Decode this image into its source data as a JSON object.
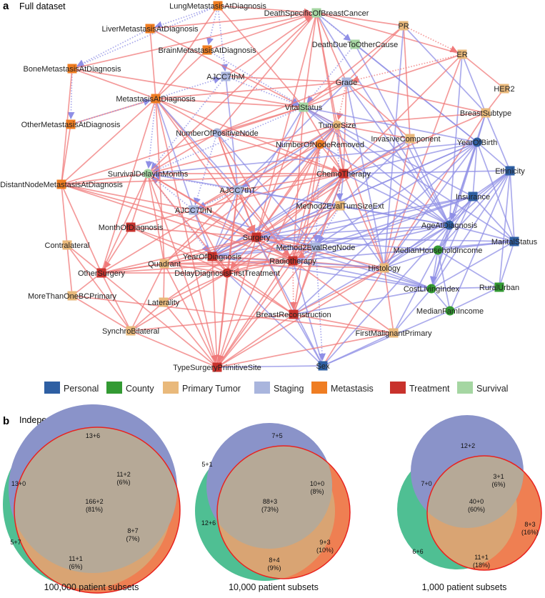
{
  "panel_a": {
    "letter": "a",
    "title": "Full dataset",
    "colors": {
      "edge_red": "#f07a7a",
      "edge_blue": "#8f8fe6",
      "Personal": "#2e5fa3",
      "County": "#339a33",
      "Primary Tumor": "#e9b97b",
      "Staging": "#a9b5dd",
      "Metastasis": "#ef7d22",
      "Treatment": "#c8322c",
      "Survival": "#a5d6a2"
    },
    "legend": [
      {
        "label": "Personal",
        "color": "#2e5fa3"
      },
      {
        "label": "County",
        "color": "#339a33"
      },
      {
        "label": "Primary Tumor",
        "color": "#e9b97b"
      },
      {
        "label": "Staging",
        "color": "#a9b5dd"
      },
      {
        "label": "Metastasis",
        "color": "#ef7d22"
      },
      {
        "label": "Treatment",
        "color": "#c8322c"
      },
      {
        "label": "Survival",
        "color": "#a5d6a2"
      }
    ],
    "nodes": [
      {
        "id": "LungMetastasisAtDiagnosis",
        "label": "LungMetastasisAtDiagnosis",
        "category": "Metastasis",
        "shape": "square"
      },
      {
        "id": "DeathSpecificOfBreastCancer",
        "label": "DeathSpecificOfBreastCancer",
        "category": "Survival",
        "shape": "square"
      },
      {
        "id": "PR",
        "label": "PR",
        "category": "Primary Tumor",
        "shape": "square"
      },
      {
        "id": "LiverMetastasisAtDiagnosis",
        "label": "LiverMetastasisAtDiagnosis",
        "category": "Metastasis",
        "shape": "square"
      },
      {
        "id": "DeathDueToOtherCause",
        "label": "DeathDueToOtherCause",
        "category": "Survival",
        "shape": "square"
      },
      {
        "id": "BrainMetastasisAtDiagnosis",
        "label": "BrainMetastasisAtDiagnosis",
        "category": "Metastasis",
        "shape": "square"
      },
      {
        "id": "ER",
        "label": "ER",
        "category": "Primary Tumor",
        "shape": "square"
      },
      {
        "id": "BoneMetastasisAtDiagnosis",
        "label": "BoneMetastasisAtDiagnosis",
        "category": "Metastasis",
        "shape": "square"
      },
      {
        "id": "AJCC7thM",
        "label": "AJCC7thM",
        "category": "Staging",
        "shape": "square"
      },
      {
        "id": "Grade",
        "label": "Grade",
        "category": "Staging",
        "shape": "square"
      },
      {
        "id": "HER2",
        "label": "HER2",
        "category": "Primary Tumor",
        "shape": "square"
      },
      {
        "id": "MetastasisAtDiagnosis",
        "label": "MetastasisAtDiagnosis",
        "category": "Metastasis",
        "shape": "square"
      },
      {
        "id": "VitalStatus",
        "label": "VitalStatus",
        "category": "Survival",
        "shape": "square"
      },
      {
        "id": "BreastSubtype",
        "label": "BreastSubtype",
        "category": "Primary Tumor",
        "shape": "square"
      },
      {
        "id": "OtherMetastasisAtDiagnosis",
        "label": "OtherMetastasisAtDiagnosis",
        "category": "Metastasis",
        "shape": "square"
      },
      {
        "id": "TumorSize",
        "label": "TumorSize",
        "category": "Primary Tumor",
        "shape": "circle"
      },
      {
        "id": "NumberOfPositiveNode",
        "label": "NumberOfPositiveNode",
        "category": "Staging",
        "shape": "circle"
      },
      {
        "id": "InvasiveComponent",
        "label": "InvasiveComponent",
        "category": "Primary Tumor",
        "shape": "square"
      },
      {
        "id": "YearOfBirth",
        "label": "YearOfBirth",
        "category": "Personal",
        "shape": "circle"
      },
      {
        "id": "NumberOfNodeRemoved",
        "label": "NumberOfNodeRemoved",
        "category": "Metastasis",
        "shape": "circle"
      },
      {
        "id": "SurvivalDelayInMonths",
        "label": "SurvivalDelayInMonths",
        "category": "Survival",
        "shape": "circle"
      },
      {
        "id": "Ethnicity",
        "label": "Ethnicity",
        "category": "Personal",
        "shape": "square"
      },
      {
        "id": "DistantNodeMetastasisAtDiagnosis",
        "label": "DistantNodeMetastasisAtDiagnosis",
        "category": "Metastasis",
        "shape": "square"
      },
      {
        "id": "ChemoTherapy",
        "label": "ChemoTherapy",
        "category": "Treatment",
        "shape": "square"
      },
      {
        "id": "AJCC7thT",
        "label": "AJCC7thT",
        "category": "Staging",
        "shape": "square"
      },
      {
        "id": "Insurance",
        "label": "Insurance",
        "category": "Personal",
        "shape": "square"
      },
      {
        "id": "AJCC7thN",
        "label": "AJCC7thN",
        "category": "Staging",
        "shape": "square"
      },
      {
        "id": "Method2EvalTumSizeExt",
        "label": "Method2EvalTumSizeExt",
        "category": "Primary Tumor",
        "shape": "square"
      },
      {
        "id": "MonthOfDiagnosis",
        "label": "MonthOfDiagnosis",
        "category": "Treatment",
        "shape": "square"
      },
      {
        "id": "AgeAtDiagnosis",
        "label": "AgeAtDiagnosis",
        "category": "Personal",
        "shape": "circle"
      },
      {
        "id": "Surgery",
        "label": "Surgery",
        "category": "Treatment",
        "shape": "square"
      },
      {
        "id": "Method2EvalRegNode",
        "label": "Method2EvalRegNode",
        "category": "Staging",
        "shape": "square"
      },
      {
        "id": "Contralateral",
        "label": "Contralateral",
        "category": "Primary Tumor",
        "shape": "square"
      },
      {
        "id": "MaritalStatus",
        "label": "MaritalStatus",
        "category": "Personal",
        "shape": "square"
      },
      {
        "id": "MedianHouseholdIncome",
        "label": "MedianHouseholdIncome",
        "category": "County",
        "shape": "circle"
      },
      {
        "id": "YearOfDiagnosis",
        "label": "YearOfDiagnosis",
        "category": "Treatment",
        "shape": "square"
      },
      {
        "id": "Quadrant",
        "label": "Quadrant",
        "category": "Primary Tumor",
        "shape": "square"
      },
      {
        "id": "Radiotherapy",
        "label": "Radiotherapy",
        "category": "Treatment",
        "shape": "square"
      },
      {
        "id": "Histology",
        "label": "Histology",
        "category": "Primary Tumor",
        "shape": "square"
      },
      {
        "id": "OtherSurgery",
        "label": "OtherSurgery",
        "category": "Treatment",
        "shape": "square"
      },
      {
        "id": "DelayDiagnosisFirstTreatment",
        "label": "DelayDiagnosisFirstTreatment",
        "category": "Treatment",
        "shape": "circle"
      },
      {
        "id": "RuralUrban",
        "label": "RuralUrban",
        "category": "County",
        "shape": "square"
      },
      {
        "id": "CostLivingIndex",
        "label": "CostLivingIndex",
        "category": "County",
        "shape": "circle"
      },
      {
        "id": "MoreThanOneBCPrimary",
        "label": "MoreThanOneBCPrimary",
        "category": "Primary Tumor",
        "shape": "square"
      },
      {
        "id": "Laterality",
        "label": "Laterality",
        "category": "Primary Tumor",
        "shape": "square"
      },
      {
        "id": "MedianFamIncome",
        "label": "MedianFamIncome",
        "category": "County",
        "shape": "circle"
      },
      {
        "id": "BreastReconstruction",
        "label": "BreastReconstruction",
        "category": "Treatment",
        "shape": "square"
      },
      {
        "id": "SynchroBilateral",
        "label": "SynchroBilateral",
        "category": "Primary Tumor",
        "shape": "square"
      },
      {
        "id": "FirstMalignantPrimary",
        "label": "FirstMalignantPrimary",
        "category": "Primary Tumor",
        "shape": "square"
      },
      {
        "id": "TypeSurgeryPrimitiveSite",
        "label": "TypeSurgeryPrimitiveSite",
        "category": "Treatment",
        "shape": "square"
      },
      {
        "id": "Sex",
        "label": "Sex",
        "category": "Personal",
        "shape": "square"
      }
    ]
  },
  "panel_b": {
    "letter": "b",
    "title": "Independent subsets",
    "colors": {
      "blue": "#8a93c9",
      "green": "#4fbf93",
      "orange": "#ef7f52",
      "overlap": "#b6a997",
      "red_outline": "#e8231f"
    },
    "venns": [
      {
        "caption": "100,000 patient subsets",
        "labels": {
          "blue_only": "13+6",
          "blue_green": "13+0",
          "blue_orange": [
            "11+2",
            "(6%)"
          ],
          "center": [
            "166+2",
            "(81%)"
          ],
          "orange_only": [
            "8+7",
            "(7%)"
          ],
          "green_only": "5+7",
          "green_orange": [
            "11+1",
            "(6%)"
          ]
        }
      },
      {
        "caption": "10,000 patient subsets",
        "labels": {
          "blue_only": "7+5",
          "blue_green": "5+1",
          "blue_orange": [
            "10+0",
            "(8%)"
          ],
          "center": [
            "88+3",
            "(73%)"
          ],
          "orange_only": [
            "9+3",
            "(10%)"
          ],
          "green_only": "12+6",
          "green_orange": [
            "8+4",
            "(9%)"
          ]
        }
      },
      {
        "caption": "1,000 patient subsets",
        "labels": {
          "blue_only": "12+2",
          "blue_green": "7+0",
          "blue_orange": [
            "3+1",
            "(6%)"
          ],
          "center": [
            "40+0",
            "(60%)"
          ],
          "orange_only": [
            "8+3",
            "(16%)"
          ],
          "green_only": "6+6",
          "green_orange": [
            "11+1",
            "(18%)"
          ]
        }
      }
    ]
  }
}
